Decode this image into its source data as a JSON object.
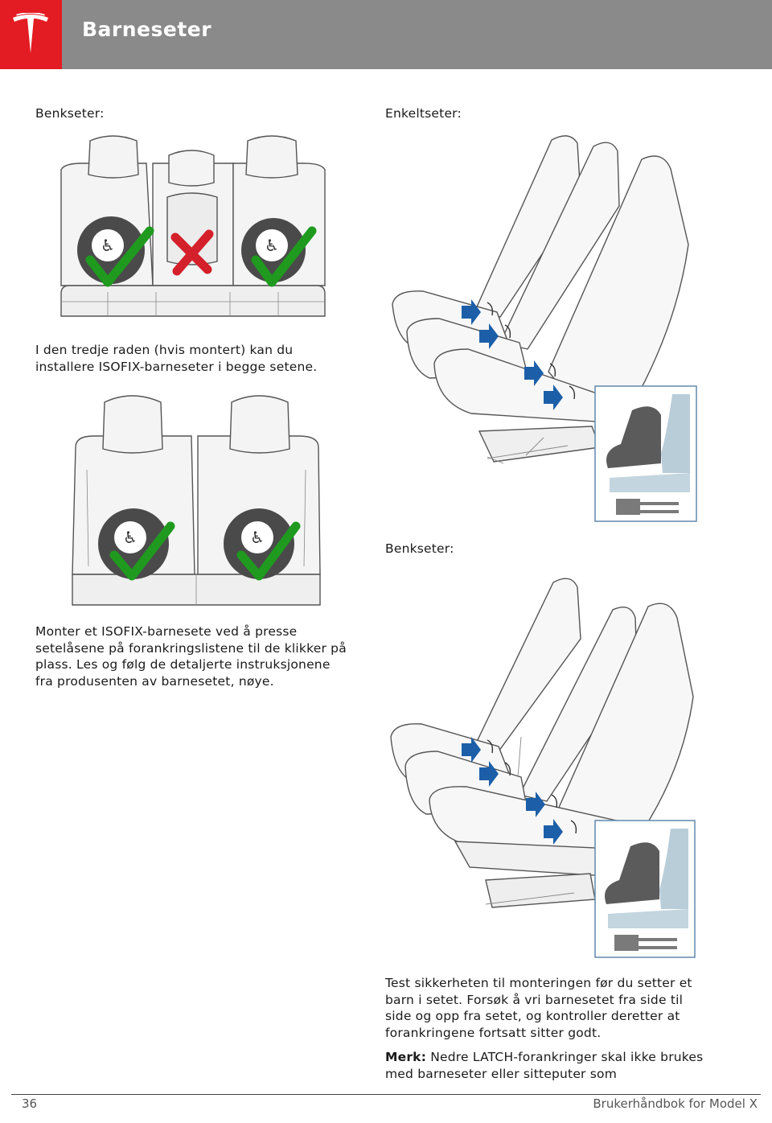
{
  "header": {
    "title": "Barneseter",
    "brand_color": "#e31b23",
    "bar_color": "#8a8a8a",
    "logo_icon": "tesla-logo-icon"
  },
  "left_column": {
    "label_bench_seats": "Benkseter:",
    "third_row_text": "I den tredje raden (hvis montert) kan du installere ISOFIX-barneseter i begge setene.",
    "mount_text": "Monter et ISOFIX-barnesete ved å presse setelåsene på forankringslistene til de klikker på plass. Les og følg de detaljerte instruksjonene fra produsenten av barnesetet, nøye."
  },
  "right_column": {
    "label_single_seats": "Enkeltseter:",
    "label_bench_seats": "Benkseter:",
    "test_text": "Test sikkerheten til monteringen før du setter et barn i setet. Forsøk å vri barnesetet fra side til side og opp fra setet, og kontroller deretter at forankringene fortsatt sitter godt.",
    "note_label": "Merk:",
    "note_text": " Nedre LATCH-forankringer skal ikke brukes med barneseter eller sitteputer som"
  },
  "figures": {
    "check_color": "#1f9a1f",
    "cross_color": "#d4202a",
    "arrow_color": "#1c5fa8"
  },
  "footer": {
    "page_number": "36",
    "manual_title": "Brukerhåndbok for Model X"
  }
}
